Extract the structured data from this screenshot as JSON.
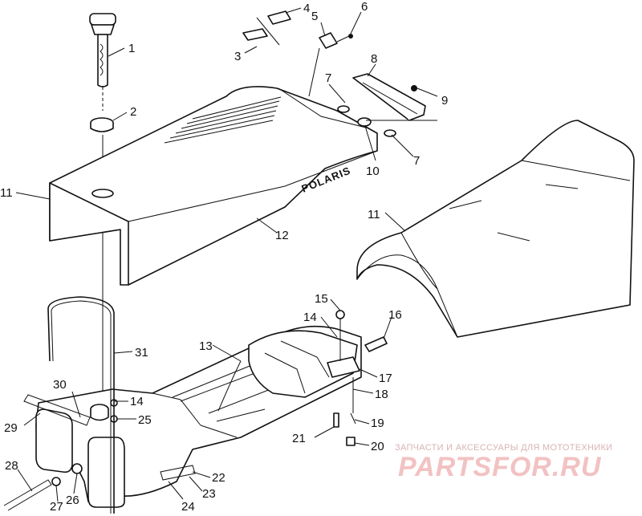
{
  "diagram": {
    "callouts": [
      "1",
      "2",
      "3",
      "4",
      "5",
      "6",
      "7",
      "8",
      "9",
      "10",
      "7",
      "11",
      "12",
      "11",
      "15",
      "14",
      "16",
      "13",
      "17",
      "18",
      "31",
      "19",
      "30",
      "14",
      "29",
      "25",
      "21",
      "20",
      "28",
      "22",
      "23",
      "27",
      "26",
      "24"
    ],
    "seat_logo": "POLARIS"
  },
  "watermark": {
    "tagline": "ЗАПЧАСТИ И АКСЕССУАРЫ ДЛЯ МОТОТЕХНИКИ",
    "logo_text": "PARTSFOR.RU"
  }
}
